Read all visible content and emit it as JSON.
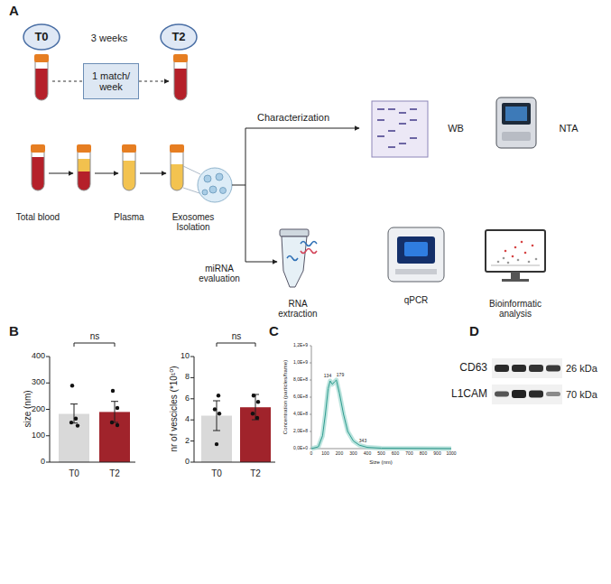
{
  "diagram": {
    "nodes": [
      {
        "text": [
          "T0"
        ]
      },
      {
        "text": [
          "T2"
        ]
      },
      {
        "text": [
          "1 match/ week"
        ]
      }
    ],
    "labels": [
      "A",
      "3 weeks",
      "Total blood",
      "Plasma",
      "Exosomes Isolation",
      "Characterization",
      "WB",
      "NTA",
      "miRNA evaluation",
      "RNA extraction",
      "qPCR",
      "Bioinformatic analysis",
      "B",
      "ns",
      "size (nm)",
      "400",
      "300",
      "200",
      "100",
      "0",
      "T0",
      "T2",
      "ns",
      "nr of vescicles (*10¹⁰)",
      "10",
      "8",
      "6",
      "4",
      "2",
      "0",
      "T0",
      "T2",
      "C",
      "Concentration (particles/frame)",
      "1,2E+9",
      "1,0E+9",
      "8,0E+8",
      "6,0E+8",
      "4,0E+8",
      "2,0E+8",
      "0,0E+0",
      "134",
      "179",
      "343",
      "0",
      "100",
      "200",
      "300",
      "400",
      "500",
      "600",
      "700",
      "800",
      "900",
      "1000",
      "Size (nm)",
      "D",
      "CD63",
      "26 kDa",
      "L1CAM",
      "70 kDa"
    ]
  }
}
